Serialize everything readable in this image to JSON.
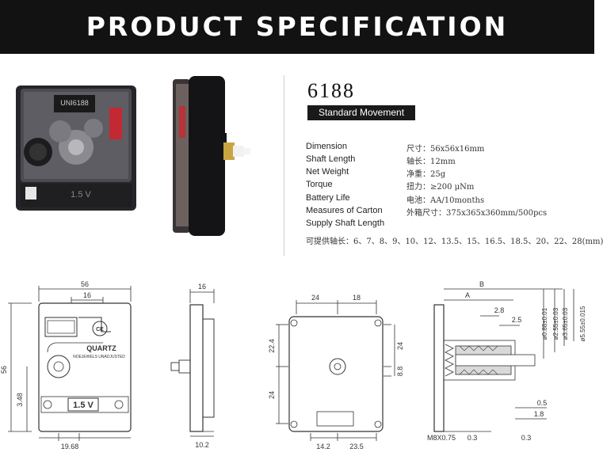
{
  "header": {
    "title": "PRODUCT SPECIFICATION"
  },
  "product": {
    "model": "6188",
    "badge": "Standard Movement",
    "photo_front": {
      "brand": "UNI6188",
      "marking": "1.5 V"
    }
  },
  "specs": [
    {
      "label": "Dimension",
      "value": "尺寸：56x56x16mm"
    },
    {
      "label": "Shaft Length",
      "value": "轴长：12mm"
    },
    {
      "label": "Net Weight",
      "value": "净重：25g"
    },
    {
      "label": "Torque",
      "value": "扭力：≥200 μNm"
    },
    {
      "label": "Battery Life",
      "value": "电池：AA/10months"
    },
    {
      "label": "Measures of Carton",
      "value": "外箱尺寸：375x365x360mm/500pcs"
    },
    {
      "label": "Supply Shaft Length",
      "value": ""
    }
  ],
  "available_shafts": "可提供轴长：6、7、8、9、10、12、13.5、15、16.5、18.5、20、22、28(mm)",
  "drawings": {
    "front": {
      "width": "56",
      "shaft_offset": "16",
      "height": "56",
      "left_offset": "3.48",
      "bottom_offset": "19.68",
      "brand": "QUARTZ",
      "note": "NOEJEWELS UNADJUSTED",
      "ce": "CE",
      "voltage": "1.5 V"
    },
    "side": {
      "depth": "16",
      "bottom": "10.2"
    },
    "back": {
      "top_left": "24",
      "top_right": "18",
      "left_upper": "22.4",
      "left_lower": "24",
      "right_upper": "24",
      "right_lower": "8.8",
      "bottom_left": "14.2",
      "bottom_right": "23.5"
    },
    "shaft": {
      "B": "B",
      "A": "A",
      "d1": "2.8",
      "d2": "2.5",
      "dia1": "ø0.88±0.01",
      "dia2": "ø2.55±0.03",
      "dia3": "ø3.65±0.03",
      "dia4": "ø5.55±0.015",
      "b1": "0.5",
      "b2": "1.8",
      "thread": "M8X0.75",
      "t1": "0.3",
      "t2": "0.3"
    }
  }
}
